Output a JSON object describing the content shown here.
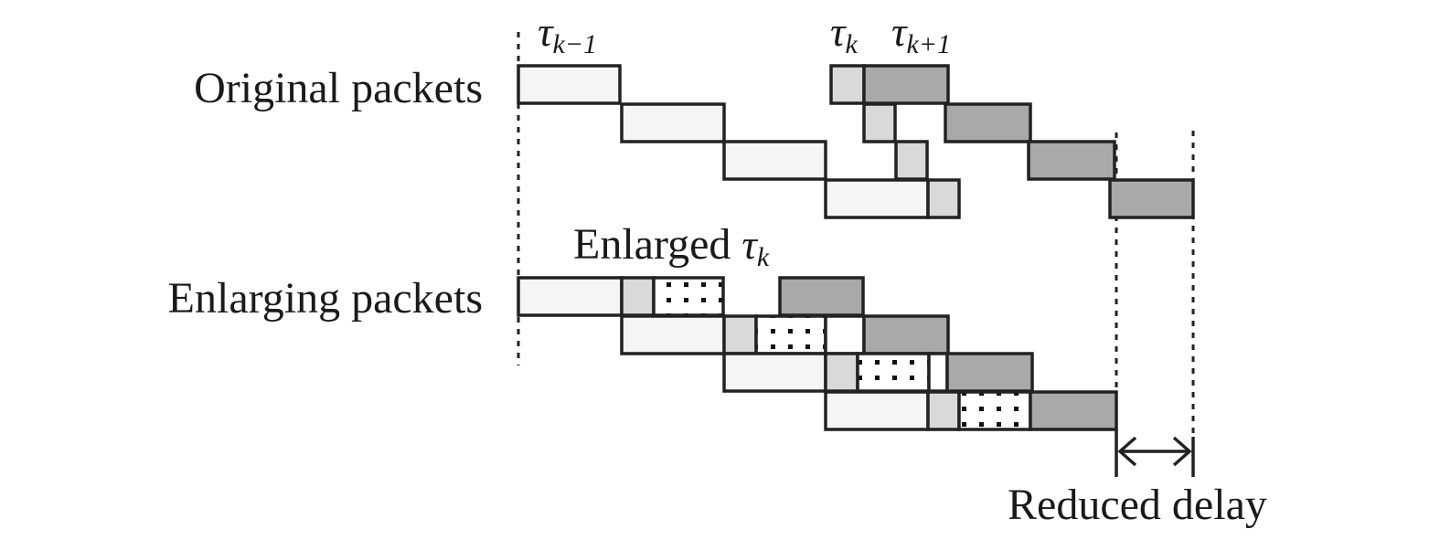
{
  "labels": {
    "original_packets": "Original packets",
    "enlarging_packets": "Enlarging packets",
    "enlarged_tau": "Enlarged",
    "reduced_delay": "Reduced delay"
  },
  "tau_labels": {
    "symbol": "τ",
    "tau_km1_sub": "k−1",
    "tau_k_sub": "k",
    "tau_kp1_sub": "k+1",
    "enlarged_sub": "k"
  },
  "colors": {
    "previous_packet": "#f5f5f5",
    "current_packet": "#d9d9d9",
    "next_packet": "#a9a9a9",
    "enlarged_pattern_bg": "#ffffff",
    "enlarged_pattern_dot": "#111111",
    "gap": "#ffffff",
    "stroke": "#222222"
  }
}
